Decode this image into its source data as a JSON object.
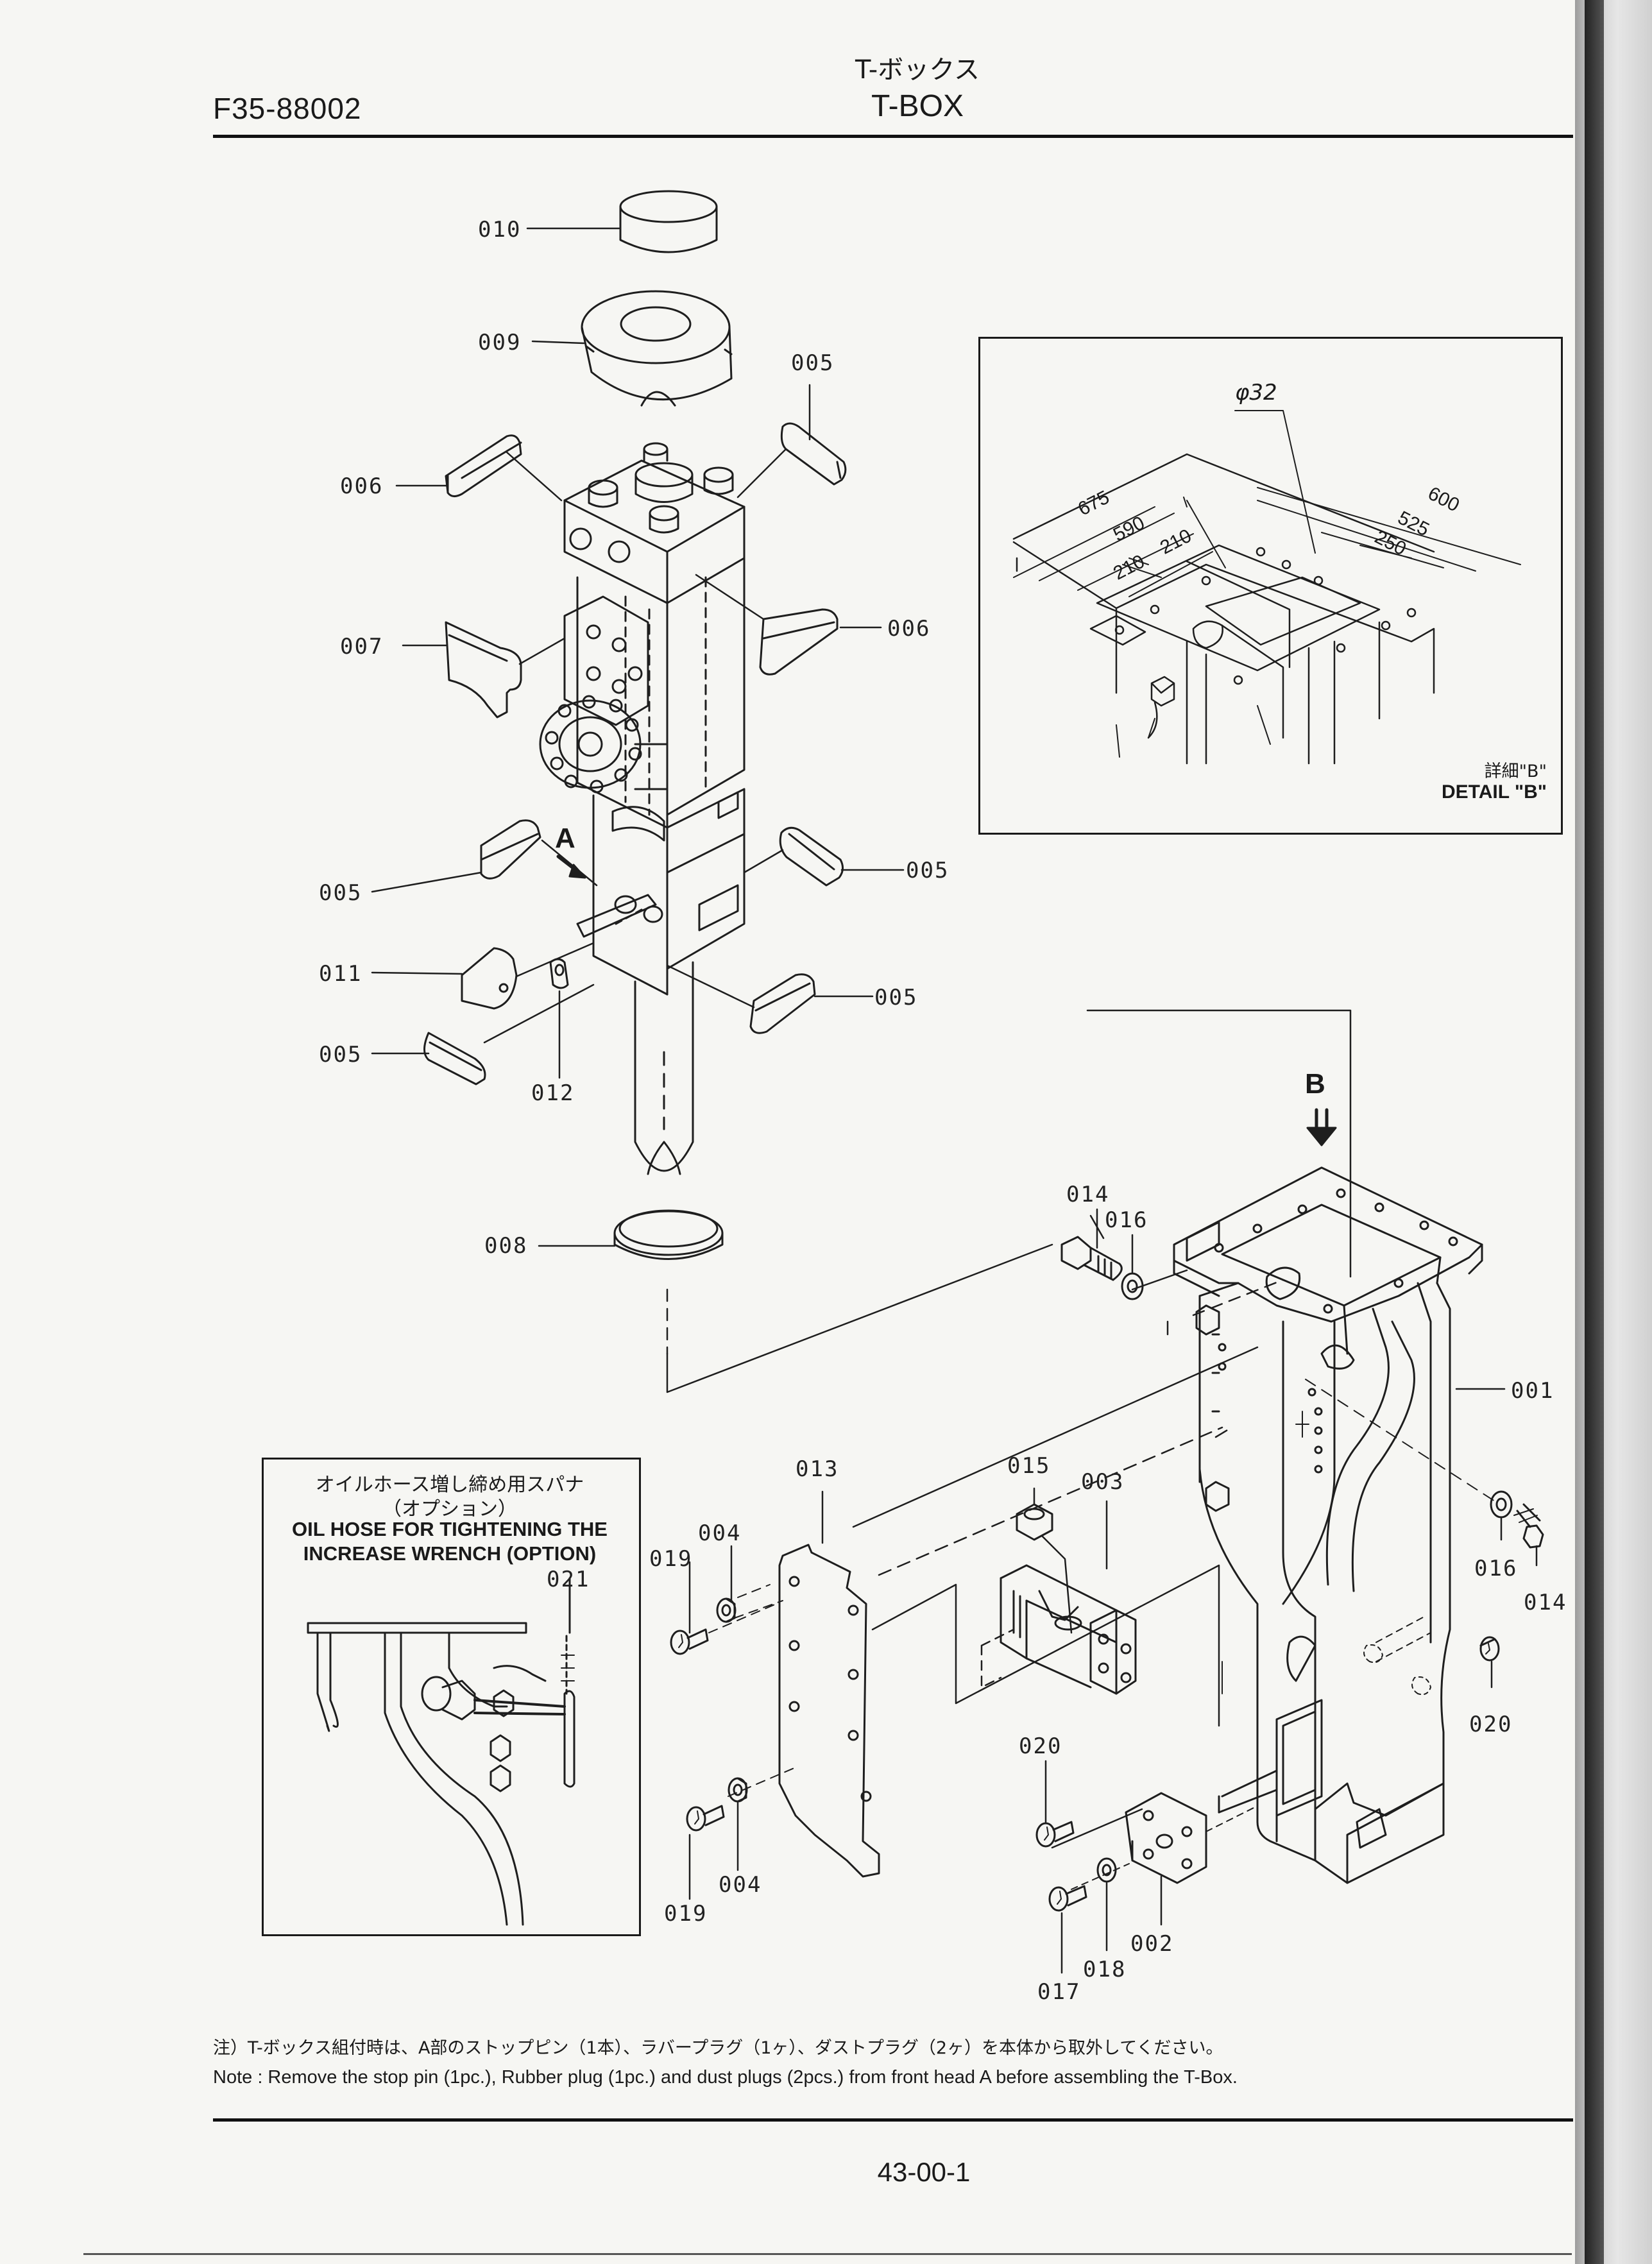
{
  "header": {
    "code": "F35-88002",
    "title_jp": "T-ボックス",
    "title_en": "T-BOX"
  },
  "detail_b": {
    "caption_jp": "詳細\"B\"",
    "caption_en": "DETAIL \"B\"",
    "dims": {
      "phi": "φ32",
      "d675": "675",
      "d590": "590",
      "d210a": "210",
      "d210b": "210",
      "d600": "600",
      "d525": "525",
      "d250": "250"
    }
  },
  "option_box": {
    "title_jp_line1": "オイルホース増し締め用スパナ",
    "title_jp_line2": "（オプション）",
    "title_en_line1": "OIL HOSE FOR TIGHTENING THE",
    "title_en_line2": "INCREASE WRENCH (OPTION)",
    "part_label": "021"
  },
  "arrows": {
    "a": "A",
    "b": "B"
  },
  "part_labels": {
    "p010": "010",
    "p009": "009",
    "p005_top": "005",
    "p006_left": "006",
    "p006_right": "006",
    "p007": "007",
    "p005_left": "005",
    "p005_right_mid": "005",
    "p011": "011",
    "p005_right_low": "005",
    "p005_bottom": "005",
    "p012": "012",
    "p008": "008",
    "p014_top": "014",
    "p016_top": "016",
    "p001": "001",
    "p013": "013",
    "p015": "015",
    "p003": "003",
    "p004_top": "004",
    "p019_top": "019",
    "p016_right": "016",
    "p014_right": "014",
    "p020_right": "020",
    "p020": "020",
    "p004_bottom": "004",
    "p019_bottom": "019",
    "p002": "002",
    "p018": "018",
    "p017": "017"
  },
  "notes": {
    "jp": "注）T-ボックス組付時は、A部のストップピン（1本）、ラバープラグ（1ヶ）、ダストプラグ（2ヶ）を本体から取外してください。",
    "en": "Note : Remove the stop pin (1pc.), Rubber plug (1pc.) and dust plugs (2pcs.) from front head A before assembling the T-Box."
  },
  "footer": {
    "page_number": "43-00-1"
  }
}
